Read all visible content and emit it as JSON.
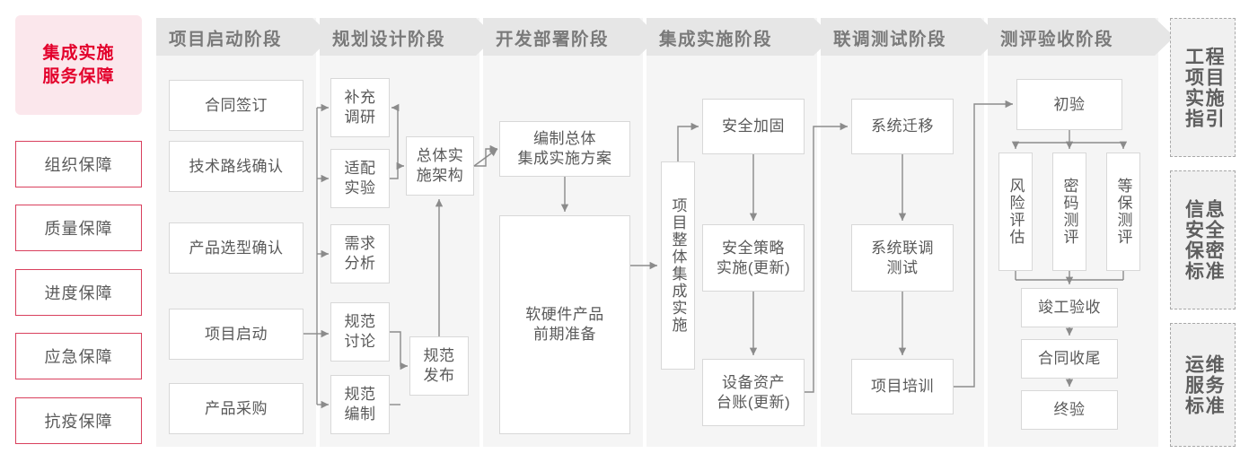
{
  "sidebar": {
    "title": "集成实施\n服务保障",
    "title_line1": "集成实施",
    "title_line2": "服务保障",
    "accent_color": "#e3002b",
    "title_bg": "#fbe7ec",
    "border_color": "#d9405d",
    "items": [
      {
        "label": "组织保障"
      },
      {
        "label": "质量保障"
      },
      {
        "label": "进度保障"
      },
      {
        "label": "应急保障"
      },
      {
        "label": "抗疫保障"
      }
    ]
  },
  "phases": [
    {
      "id": "startup",
      "header": "项目启动阶段"
    },
    {
      "id": "planning",
      "header": "规划设计阶段"
    },
    {
      "id": "deploy",
      "header": "开发部署阶段"
    },
    {
      "id": "integrate",
      "header": "集成实施阶段"
    },
    {
      "id": "joint",
      "header": "联调测试阶段"
    },
    {
      "id": "accept",
      "header": "测评验收阶段"
    }
  ],
  "nodes": {
    "startup": [
      {
        "label": "合同签订"
      },
      {
        "label": "技术路线确认"
      },
      {
        "label": "产品选型确认"
      },
      {
        "label": "项目启动"
      },
      {
        "label": "产品采购"
      }
    ],
    "planning": [
      {
        "label_line1": "补充",
        "label_line2": "调研"
      },
      {
        "label_line1": "适配",
        "label_line2": "实验"
      },
      {
        "label_line1": "需求",
        "label_line2": "分析"
      },
      {
        "label_line1": "规范",
        "label_line2": "讨论"
      },
      {
        "label_line1": "规范",
        "label_line2": "编制"
      },
      {
        "label_line1": "总体实",
        "label_line2": "施架构"
      },
      {
        "label_line1": "规范",
        "label_line2": "发布"
      }
    ],
    "deploy": [
      {
        "label_line1": "编制总体",
        "label_line2": "集成实施方案"
      },
      {
        "label_line1": "软硬件产品",
        "label_line2": "前期准备"
      }
    ],
    "integrate": [
      {
        "label": "项目整体集成实施",
        "vertical": true
      },
      {
        "label": "安全加固"
      },
      {
        "label_line1": "安全策略",
        "label_line2": "实施(更新)"
      },
      {
        "label_line1": "设备资产",
        "label_line2": "台账(更新)"
      }
    ],
    "joint": [
      {
        "label": "系统迁移"
      },
      {
        "label_line1": "系统联调",
        "label_line2": "测试"
      },
      {
        "label": "项目培训"
      }
    ],
    "accept": [
      {
        "label": "初验"
      },
      {
        "label": "风险评估",
        "vertical": true
      },
      {
        "label": "密码测评",
        "vertical": true
      },
      {
        "label": "等保测评",
        "vertical": true
      },
      {
        "label": "竣工验收"
      },
      {
        "label": "合同收尾"
      },
      {
        "label": "终验"
      }
    ]
  },
  "standards": [
    {
      "label": "工程项目实施指引",
      "col_right": "程目施引",
      "col_left": "工项实指"
    },
    {
      "label": "信息安全保密标准",
      "col_right": "息全密准",
      "col_left": "信安保标"
    },
    {
      "label": "运维服务标准",
      "col_right": "维务准",
      "col_left": "运服标"
    }
  ],
  "colors": {
    "band": "#f5f5f5",
    "header": "#e6e6e6",
    "box_border": "#d8d8d8",
    "text": "#595959",
    "line": "#8b8b8b",
    "standard_bg": "#f0f0f0",
    "standard_border": "#a8a8a8"
  }
}
